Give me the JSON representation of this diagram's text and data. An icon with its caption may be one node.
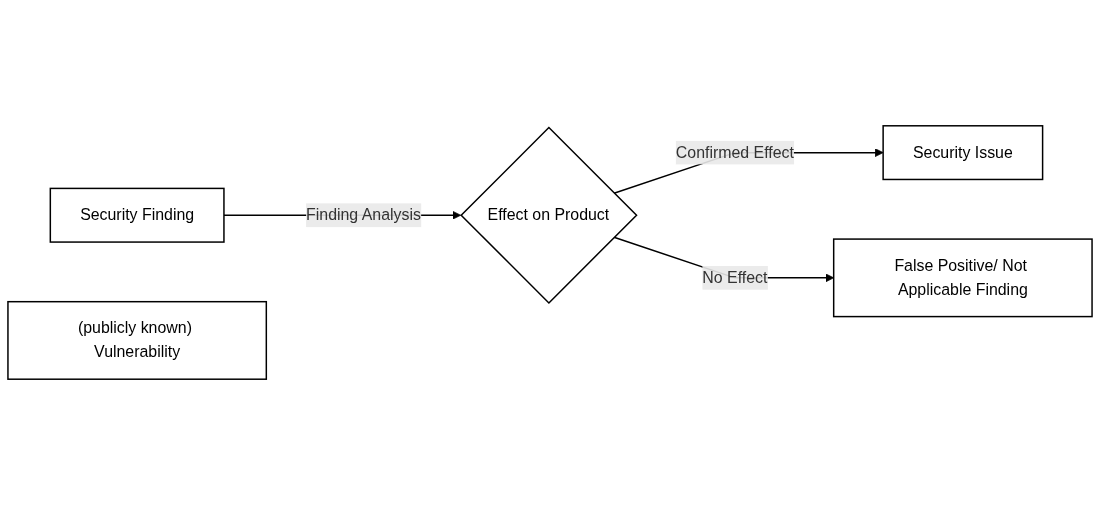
{
  "diagram": {
    "nodes": [
      {
        "text": [
          "Security Finding"
        ]
      },
      {
        "text": [
          "Effect on Product"
        ]
      },
      {
        "text": [
          "Security Issue"
        ]
      },
      {
        "text": [
          "False Positive/ Not Applicable Finding"
        ]
      },
      {
        "text": [
          "(publicly known) Vulnerability"
        ]
      }
    ],
    "edges": [
      {
        "from": 0,
        "to": 1,
        "arrow": "to",
        "label": "Finding Analysis"
      },
      {
        "from": 1,
        "to": 2,
        "arrow": "to",
        "label": "Confirmed Effect"
      },
      {
        "from": 1,
        "to": 3,
        "arrow": "to",
        "label": "No Effect"
      }
    ]
  }
}
